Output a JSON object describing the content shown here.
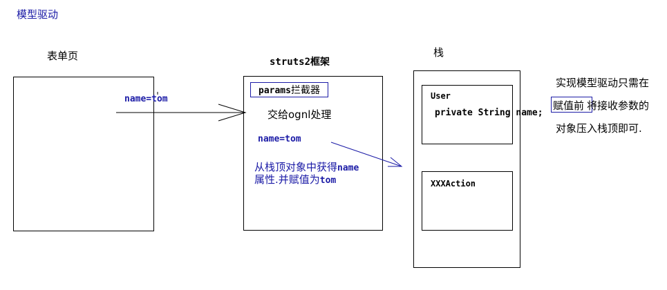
{
  "title": "模型驱动",
  "form_page": {
    "label": "表单页",
    "field": "name=tom"
  },
  "framework": {
    "label": "struts2框架",
    "interceptor_prefix": "params",
    "interceptor_suffix": "拦截器",
    "handoff_text": "交给ognl处理",
    "param": "name=tom",
    "note_line1_text": "从栈顶对象中获得",
    "note_line1_code": "name",
    "note_line2_text": "属性.并赋值为",
    "note_line2_code": "tom"
  },
  "stack": {
    "label": "栈",
    "user_class": "User",
    "user_field": "private String name;",
    "action_class": "XXXAction"
  },
  "explanation": {
    "line1": "实现模型驱动只需在",
    "line2_highlight": "赋值前",
    "line2_rest": "将接收参数的",
    "line3": "对象压入栈顶即可."
  },
  "colors": {
    "blue": "#1a1aa6",
    "black": "#000000"
  }
}
